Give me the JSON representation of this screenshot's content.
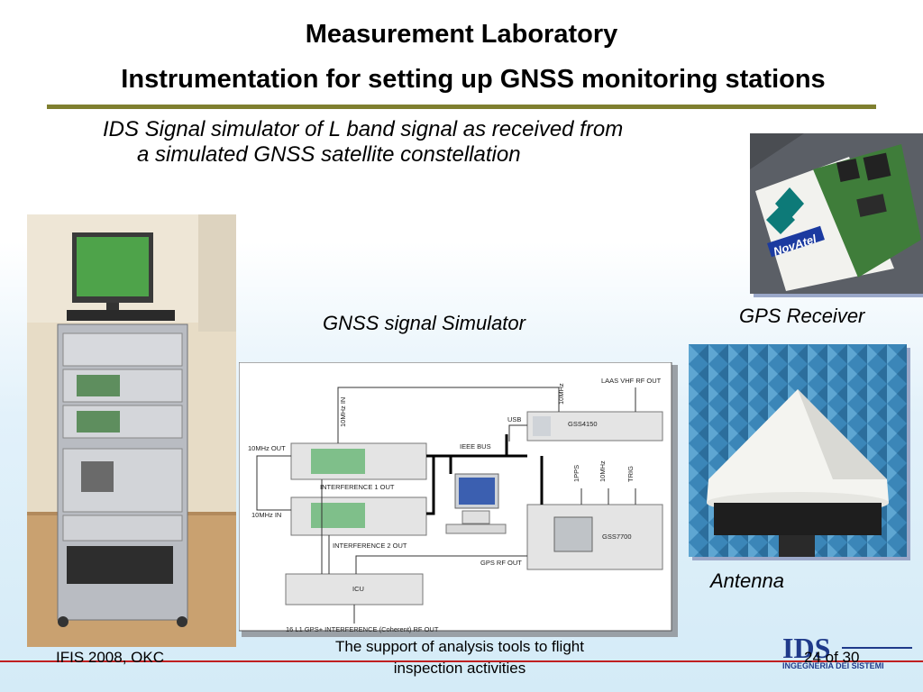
{
  "slide": {
    "title": "Measurement Laboratory",
    "subtitle": "Instrumentation for setting up GNSS monitoring stations",
    "description_line1": "IDS Signal simulator of L band signal as received from",
    "description_line2": "a simulated GNSS satellite constellation"
  },
  "captions": {
    "simulator": "GNSS signal Simulator",
    "gps_receiver": "GPS Receiver",
    "antenna": "Antenna"
  },
  "receiver_brand": "NovAtel",
  "diagram": {
    "laas_vhf_rf_out": "LAAS VHF RF OUT",
    "ten_mhz_top": "10MHz",
    "ten_mhz_in_vert": "10MHz IN",
    "usb": "USB",
    "gss4150": "GSS4150",
    "ieee_bus": "IEEE BUS",
    "ten_mhz_out": "10MHz OUT",
    "interference1_out": "INTERFERENCE 1 OUT",
    "ten_mhz_in": "10MHz IN",
    "interference2_out": "INTERFERENCE 2 OUT",
    "one_pps": "1PPS",
    "ten_mhz_mid": "10MHz",
    "trig": "TRIG",
    "gss7700": "GSS7700",
    "gps_rf_out": "GPS RF OUT",
    "icu": "ICU",
    "bottom_label": "16 L1 GPS+ INTERFERENCE (Coherent) RF OUT"
  },
  "footer": {
    "left": "IFIS 2008, OKC",
    "center_line1": "The support of analysis tools to flight",
    "center_line2": "inspection activities",
    "page": "24 of 30"
  },
  "logo": {
    "letters": "IDS",
    "tagline": "INGEGNERIA DEI SISTEMI"
  },
  "colors": {
    "rule": "#7f7f2f",
    "footer_line": "#c02020",
    "logo_blue": "#1f3a8a"
  }
}
